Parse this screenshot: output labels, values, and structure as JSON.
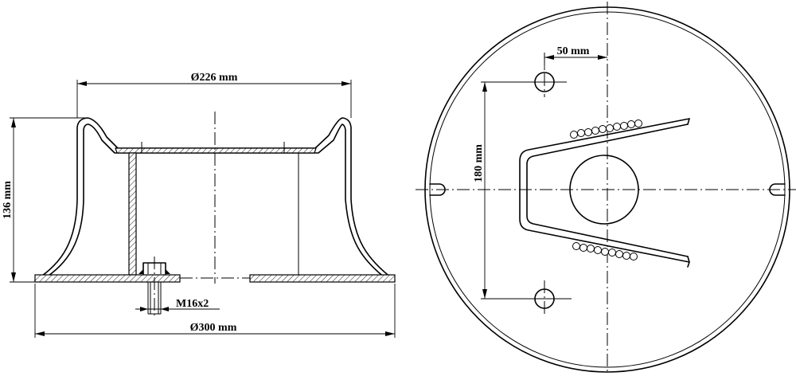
{
  "side_view": {
    "dim_top_diameter": "Ø226 mm",
    "dim_height": "136 mm",
    "dim_thread": "M16x2",
    "dim_base_diameter": "Ø300 mm"
  },
  "plan_view": {
    "dim_offset": "50 mm",
    "dim_spacing": "180 mm"
  }
}
